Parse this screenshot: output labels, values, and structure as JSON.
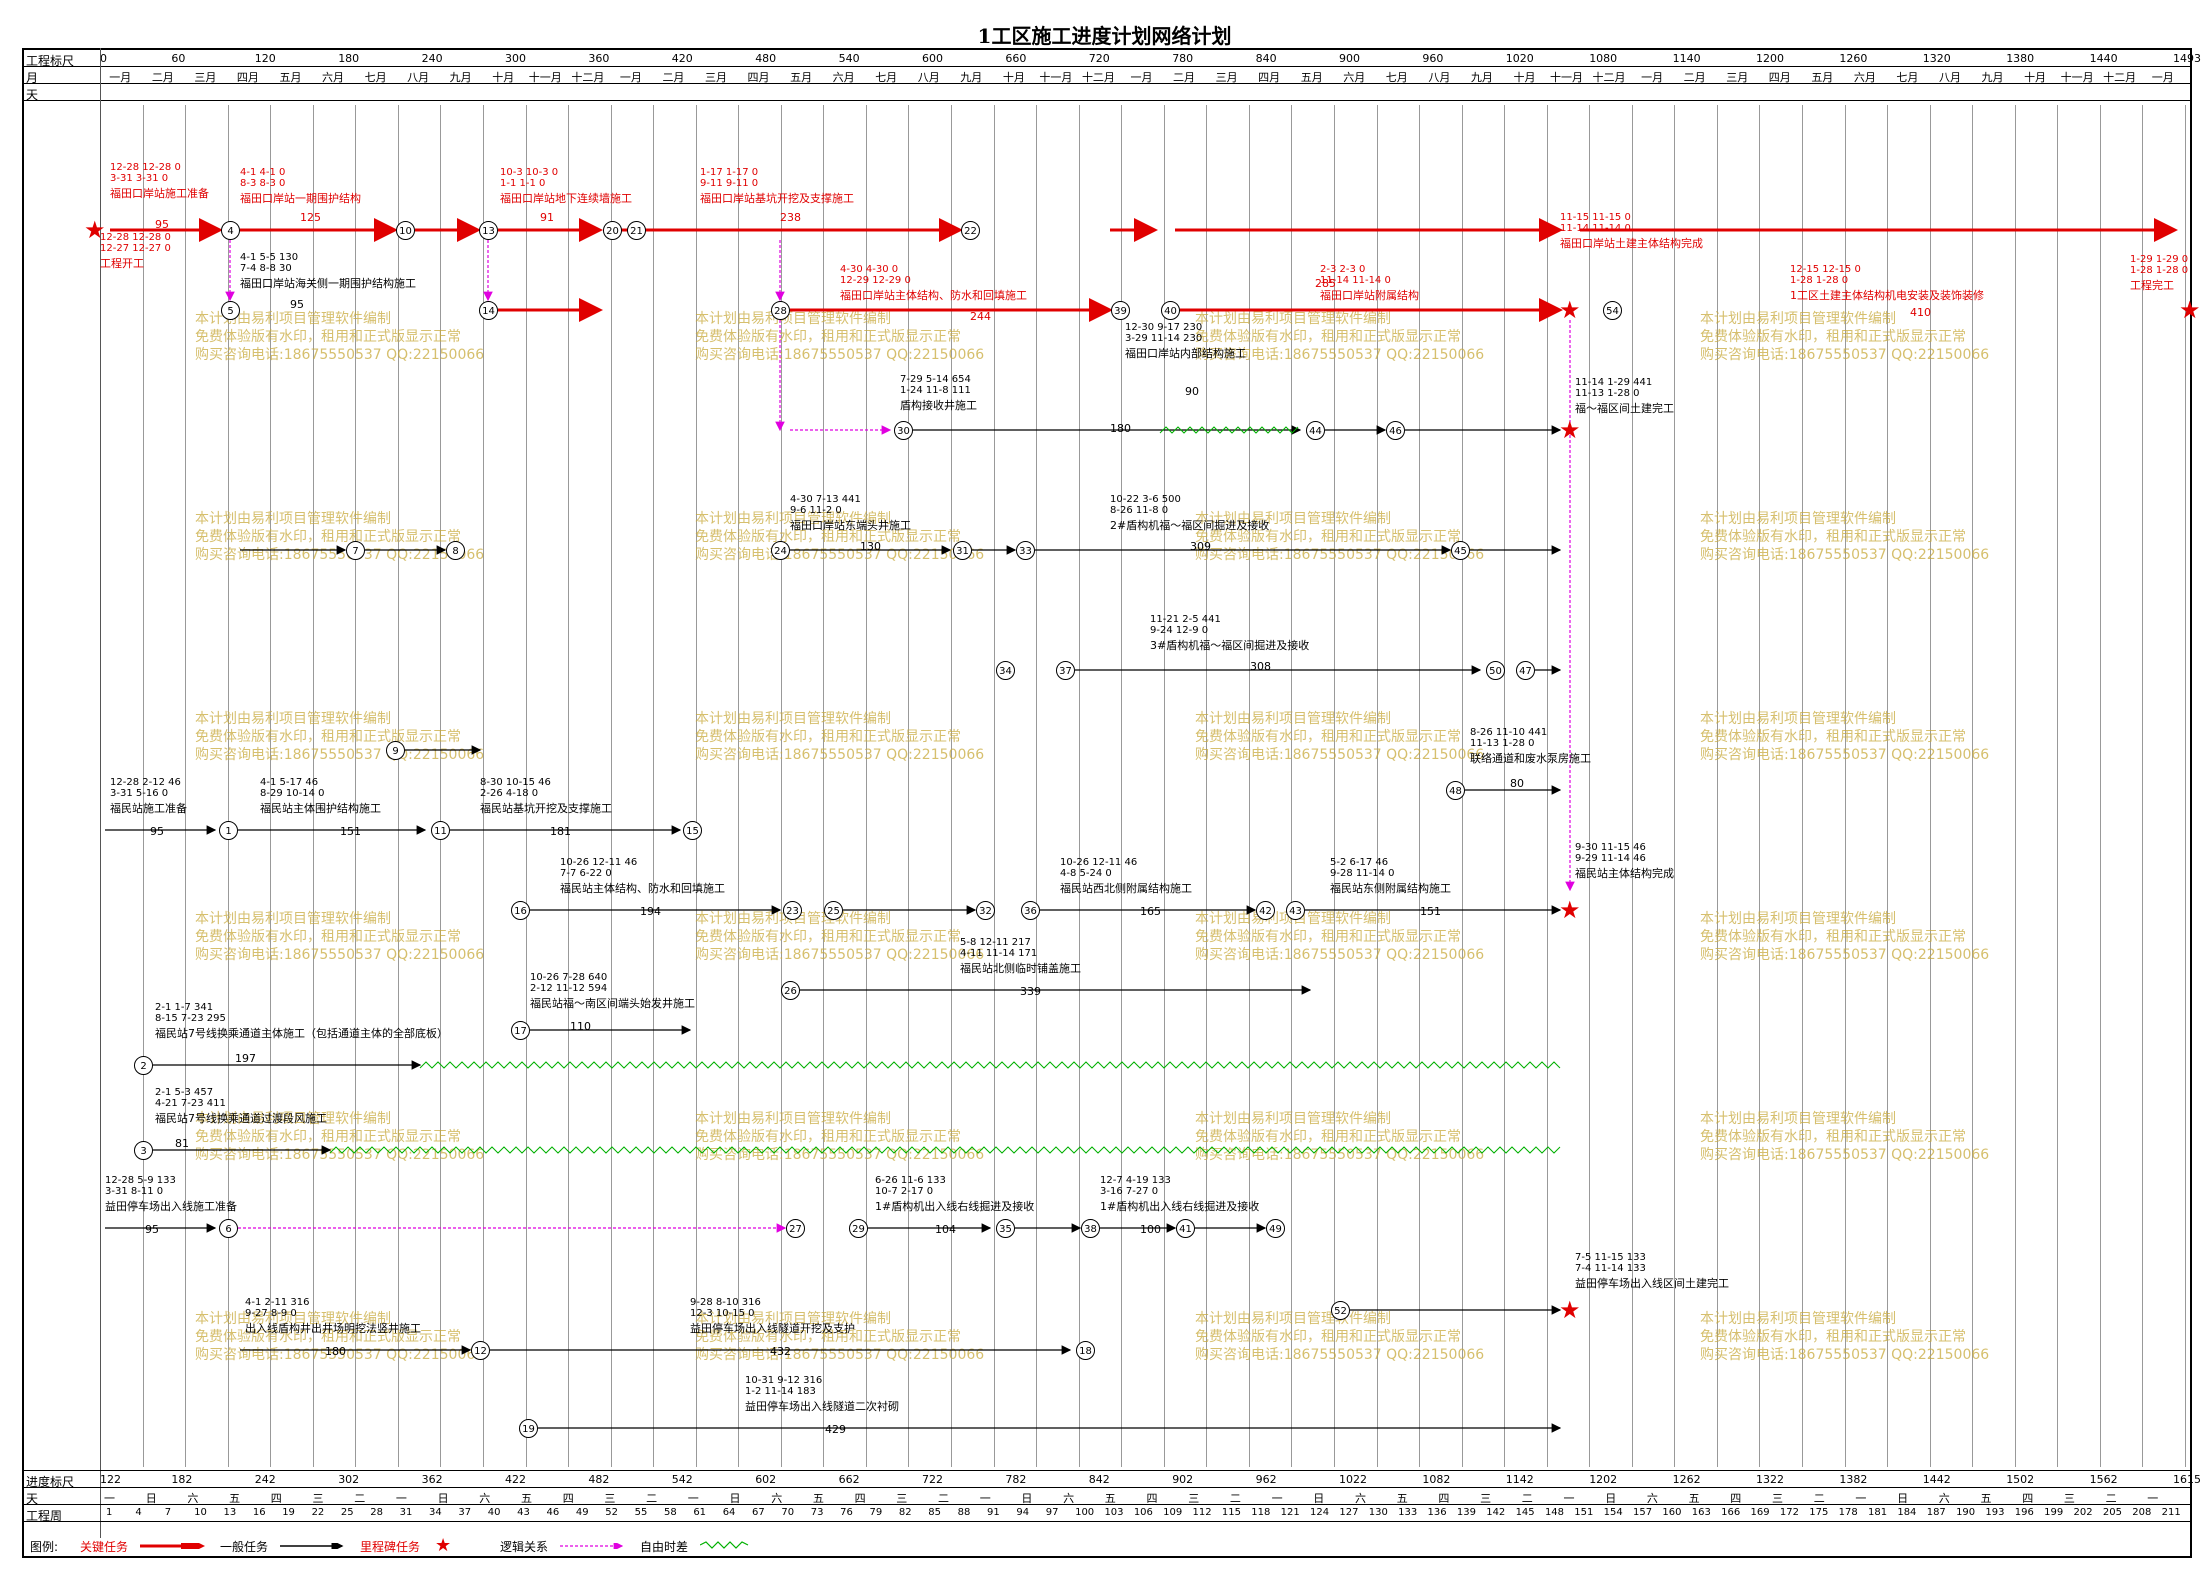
{
  "title": "1工区施工进度计划网络计划",
  "header": {
    "scale_label": "工程标尺",
    "month_label": "月",
    "day_label": "天",
    "scale_ticks": [
      "0",
      "60",
      "120",
      "180",
      "240",
      "300",
      "360",
      "420",
      "480",
      "540",
      "600",
      "660",
      "720",
      "780",
      "840",
      "900",
      "960",
      "1020",
      "1080",
      "1140",
      "1200",
      "1260",
      "1320",
      "1380",
      "1440",
      "1493"
    ],
    "months": [
      "一月",
      "二月",
      "三月",
      "四月",
      "五月",
      "六月",
      "七月",
      "八月",
      "九月",
      "十月",
      "十一月",
      "十二月",
      "一月",
      "二月",
      "三月",
      "四月",
      "五月",
      "六月",
      "七月",
      "八月",
      "九月",
      "十月",
      "十一月",
      "十二月",
      "一月",
      "二月",
      "三月",
      "四月",
      "五月",
      "六月",
      "七月",
      "八月",
      "九月",
      "十月",
      "十一月",
      "十二月",
      "一月",
      "二月",
      "三月",
      "四月",
      "五月",
      "六月",
      "七月",
      "八月",
      "九月",
      "十月",
      "十一月",
      "十二月",
      "一月"
    ]
  },
  "footer": {
    "progress_label": "进度标尺",
    "day_label": "天",
    "week_label": "工程周",
    "progress_ticks": [
      "122",
      "182",
      "242",
      "302",
      "362",
      "422",
      "482",
      "542",
      "602",
      "662",
      "722",
      "782",
      "842",
      "902",
      "962",
      "1022",
      "1082",
      "1142",
      "1202",
      "1262",
      "1322",
      "1382",
      "1442",
      "1502",
      "1562",
      "1615"
    ],
    "weekdays": [
      "一",
      "日",
      "六",
      "五",
      "四",
      "三",
      "二",
      "一",
      "日",
      "六",
      "五",
      "四",
      "三",
      "二",
      "一",
      "日",
      "六",
      "五",
      "四",
      "三",
      "二",
      "一",
      "日",
      "六",
      "五",
      "四",
      "三",
      "二",
      "一",
      "日",
      "六",
      "五",
      "四",
      "三",
      "二",
      "一",
      "日",
      "六",
      "五",
      "四",
      "三",
      "二",
      "一",
      "日",
      "六",
      "五",
      "四",
      "三",
      "二",
      "一"
    ],
    "weeks": [
      "1",
      "4",
      "7",
      "10",
      "13",
      "16",
      "19",
      "22",
      "25",
      "28",
      "31",
      "34",
      "37",
      "40",
      "43",
      "46",
      "49",
      "52",
      "55",
      "58",
      "61",
      "64",
      "67",
      "70",
      "73",
      "76",
      "79",
      "82",
      "85",
      "88",
      "91",
      "94",
      "97",
      "100",
      "103",
      "106",
      "109",
      "112",
      "115",
      "118",
      "121",
      "124",
      "127",
      "130",
      "133",
      "136",
      "139",
      "142",
      "145",
      "148",
      "151",
      "154",
      "157",
      "160",
      "163",
      "166",
      "169",
      "172",
      "175",
      "178",
      "181",
      "184",
      "187",
      "190",
      "193",
      "196",
      "199",
      "202",
      "205",
      "208",
      "211"
    ]
  },
  "legend": {
    "label": "图例:",
    "critical": "关键任务",
    "normal": "一般任务",
    "milestone": "里程碑任务",
    "logic": "逻辑关系",
    "float": "自由时差"
  },
  "watermark": [
    "本计划由易利项目管理软件编制",
    "免费体验版有水印，租用和正式版显示正常",
    "购买咨询电话:18675550537 QQ:22150066"
  ],
  "colors": {
    "critical": "#e00000",
    "normal": "#000000",
    "logic": "#e000e0",
    "float": "#00b000"
  },
  "tasks": [
    {
      "label": "福田口岸站施工准备",
      "dur": "95",
      "dates": "12-28 12-28 0\n3-31 3-31 0",
      "crit": true
    },
    {
      "label": "工程开工",
      "dur": "",
      "dates": "12-28 12-28 0\n12-27 12-27 0",
      "crit": true
    },
    {
      "label": "福田口岸站一期围护结构",
      "dur": "125",
      "dates": "4-1 4-1 0\n8-3 8-3 0",
      "crit": true
    },
    {
      "label": "福田口岸站地下连续墙施工",
      "dur": "91",
      "dates": "10-3 10-3 0\n1-1 1-1 0",
      "crit": true
    },
    {
      "label": "福田口岸站基坑开挖及支撑施工",
      "dur": "238",
      "dates": "1-17 1-17 0\n9-11 9-11 0",
      "crit": true
    },
    {
      "label": "福田口岸站主体结构、防水和回填施工",
      "dur": "244",
      "dates": "4-30 4-30 0\n12-29 12-29 0",
      "crit": true
    },
    {
      "label": "福田口岸站附属结构",
      "dur": "285",
      "dates": "2-3 2-3 0\n11-14 11-14 0",
      "crit": true
    },
    {
      "label": "1工区土建主体结构机电安装及装饰装修",
      "dur": "410",
      "dates": "12-15 12-15 0\n1-28 1-28 0",
      "crit": true
    },
    {
      "label": "工程完工",
      "dur": "",
      "dates": "1-29 1-29 0\n1-28 1-28 0",
      "crit": true
    },
    {
      "label": "福田口岸站海关侧一期围护结构施工",
      "dur": "95",
      "dates": "4-1 5-5 130\n7-4 8-8 30",
      "crit": false
    },
    {
      "label": "福民站施工准备",
      "dur": "95",
      "dates": "12-28 2-12 46\n3-31 5-16 0",
      "crit": false
    },
    {
      "label": "福民站主体围护结构施工",
      "dur": "151",
      "dates": "4-1 5-17 46\n8-29 10-14 0",
      "crit": false
    },
    {
      "label": "福民站基坑开挖及支撑施工",
      "dur": "181",
      "dates": "8-30 10-15 46\n2-26 4-18 0",
      "crit": false
    },
    {
      "label": "福民站主体结构、防水和回填施工",
      "dur": "194",
      "dates": "10-26 12-11 46\n7-7 6-22 0",
      "crit": false
    },
    {
      "label": "福民站7号线换乘通道主体施工（包括通道主体的全部底板）",
      "dur": "197",
      "dates": "2-1 1-7 341\n8-15 7-23 295",
      "crit": false
    },
    {
      "label": "福民站7号线换乘通道过渡段风施工",
      "dur": "81",
      "dates": "2-1 5-3 457\n4-21 7-23 411",
      "crit": false
    },
    {
      "label": "益田停车场出入线施工准备",
      "dur": "95",
      "dates": "12-28 5-9 133\n3-31 8-11 0",
      "crit": false
    },
    {
      "label": "出入线盾构井出井场明挖法竖井施工",
      "dur": "180",
      "dates": "4-1 2-11 316\n9-27 8-9 0",
      "crit": false
    },
    {
      "label": "益田停车场出入线隧道开挖及支护",
      "dur": "432",
      "dates": "9-28 8-10 316\n12-3 10-15 0",
      "crit": false
    },
    {
      "label": "益田停车场出入线隧道二次衬砌",
      "dur": "429",
      "dates": "10-31 9-12 316\n1-2 11-14 183",
      "crit": false
    },
    {
      "label": "盾构接收井施工",
      "dur": "180",
      "dates": "7-29 5-14 654\n1-24 11-8 111",
      "crit": false
    },
    {
      "label": "福田口岸站东端头井施工",
      "dur": "130",
      "dates": "4-30 7-13 441\n9-6 11-2 0",
      "crit": false
    },
    {
      "label": "2#盾构机福～福区间掘进及接收",
      "dur": "309",
      "dates": "10-22 3-6 500\n8-26 11-8 0",
      "crit": false
    },
    {
      "label": "3#盾构机福～福区间掘进及接收",
      "dur": "308",
      "dates": "11-21 2-5 441\n9-24 12-9 0",
      "crit": false
    },
    {
      "label": "联络通道和废水泵房施工",
      "dur": "80",
      "dates": "8-26 11-10 441\n11-13 1-28 0",
      "crit": false
    },
    {
      "label": "福民站西北侧附属结构施工",
      "dur": "165",
      "dates": "10-26 12-11 46\n4-8 5-24 0",
      "crit": false
    },
    {
      "label": "福民站东侧附属结构施工",
      "dur": "151",
      "dates": "5-2 6-17 46\n9-28 11-14 0",
      "crit": false
    },
    {
      "label": "福民站主体结构完成",
      "dur": "",
      "dates": "9-30 11-15 46\n9-29 11-14 46",
      "crit": false
    },
    {
      "label": "福民站北侧临时铺盖施工",
      "dur": "339",
      "dates": "5-8 12-11 217\n4-11 11-14 171",
      "crit": false
    },
    {
      "label": "福民站福～南区间端头始发井施工",
      "dur": "110",
      "dates": "10-26 7-28 640\n2-12 11-12 594",
      "crit": false
    },
    {
      "label": "1#盾构机出入线右线掘进及接收",
      "dur": "104",
      "dates": "6-26 11-6 133\n10-7 2-17 0",
      "crit": false
    },
    {
      "label": "1#盾构机出入线右线掘进及接收",
      "dur": "100",
      "dates": "12-7 4-19 133\n3-16 7-27 0",
      "crit": false
    },
    {
      "label": "益田停车场出入线区间土建完工",
      "dur": "",
      "dates": "7-5 11-15 133\n7-4 11-14 133",
      "crit": false
    },
    {
      "label": "福～福区间土建完工",
      "dur": "",
      "dates": "11-14 1-29 441\n11-13 1-28 0",
      "crit": false
    },
    {
      "label": "福田口岸站土建主体结构完成",
      "dur": "",
      "dates": "11-15 11-15 0\n11-14 11-14 0",
      "crit": true
    },
    {
      "label": "福田口岸站内部结构施工",
      "dur": "90",
      "dates": "12-30 9-17 230\n3-29 11-14 230",
      "crit": false
    }
  ]
}
